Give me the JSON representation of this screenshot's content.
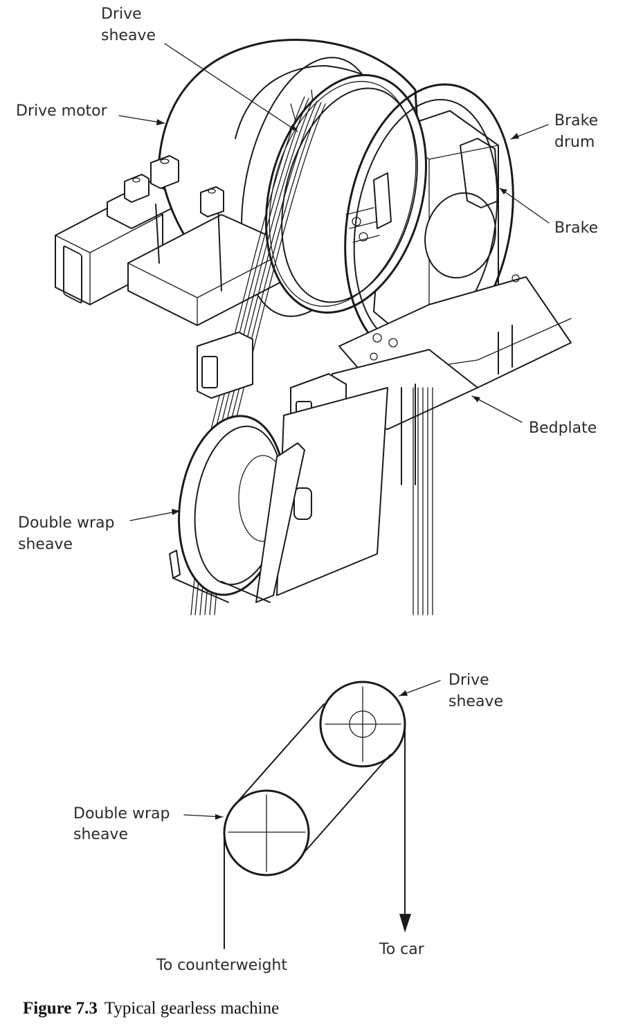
{
  "figure": {
    "number": "Figure 7.3",
    "title": "Typical gearless machine"
  },
  "isometric_view": {
    "labels": {
      "drive_sheave": [
        "Drive",
        "sheave"
      ],
      "drive_motor": [
        "Drive motor"
      ],
      "brake_drum": [
        "Brake",
        "drum"
      ],
      "brake": [
        "Brake"
      ],
      "bedplate": [
        "Bedplate"
      ],
      "double_wrap_sheave": [
        "Double wrap",
        "sheave"
      ]
    }
  },
  "schematic_view": {
    "labels": {
      "drive_sheave": [
        "Drive",
        "sheave"
      ],
      "double_wrap_sheave": [
        "Double wrap",
        "sheave"
      ],
      "to_car": "To car",
      "to_counterweight": "To counterweight"
    }
  },
  "colors": {
    "ink": "#1a1a1a",
    "label_text": "#2a2a2a",
    "background": "#ffffff"
  }
}
